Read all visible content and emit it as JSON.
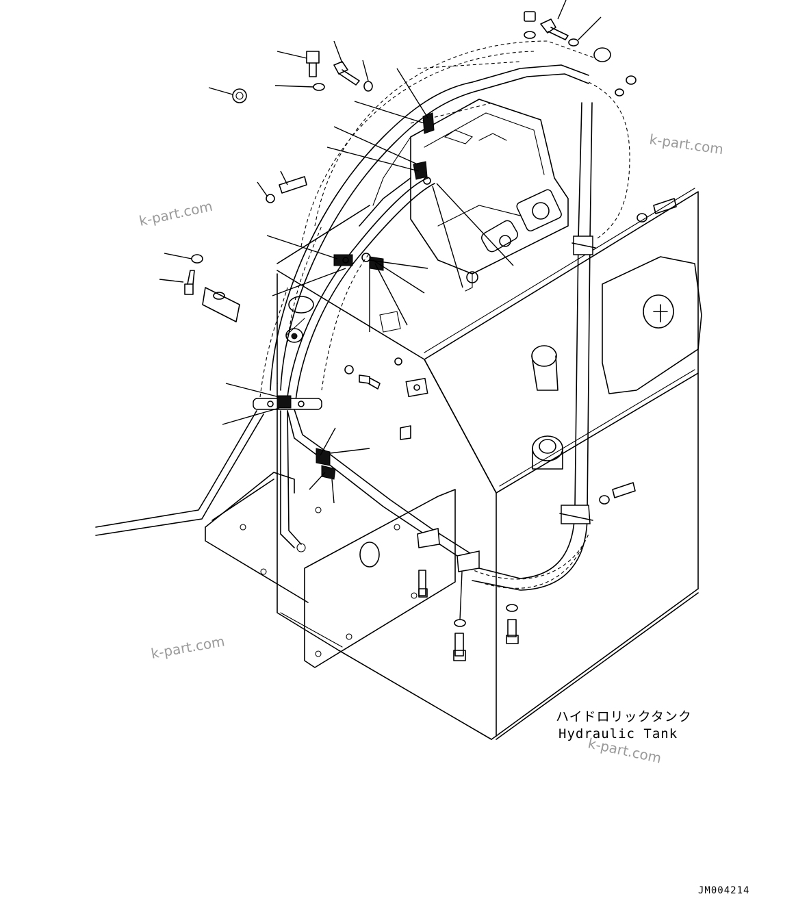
{
  "diagram": {
    "label_jp": "ハイドロリックタンク",
    "label_en": "Hydraulic Tank",
    "drawing_code": "JM004214",
    "watermarks": [
      "k-part.com",
      "k-part.com",
      "k-part.com",
      "k-part.com"
    ]
  }
}
